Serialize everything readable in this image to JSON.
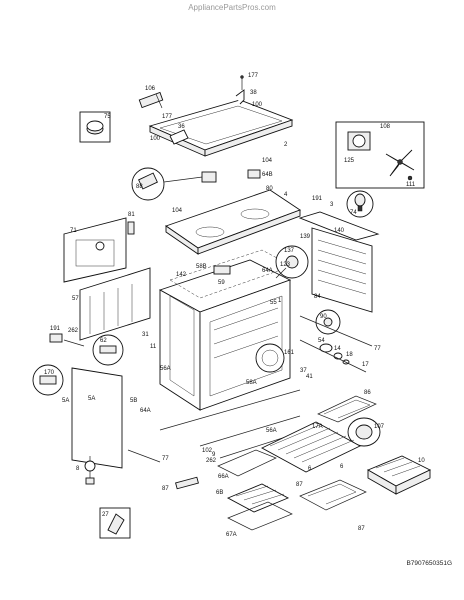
{
  "header": {
    "watermark": "AppliancePartsPros.com"
  },
  "footer": {
    "figure_code": "B7907650351G"
  },
  "callouts": [
    {
      "id": "c106",
      "text": "106"
    },
    {
      "id": "c177a",
      "text": "177"
    },
    {
      "id": "c38",
      "text": "38"
    },
    {
      "id": "c100a",
      "text": "100"
    },
    {
      "id": "c177b",
      "text": "177"
    },
    {
      "id": "c36",
      "text": "36"
    },
    {
      "id": "c100b",
      "text": "100"
    },
    {
      "id": "c2",
      "text": "2"
    },
    {
      "id": "c75",
      "text": "75"
    },
    {
      "id": "c108",
      "text": "108"
    },
    {
      "id": "c125",
      "text": "125"
    },
    {
      "id": "c111",
      "text": "111"
    },
    {
      "id": "c104a",
      "text": "104"
    },
    {
      "id": "c64b",
      "text": "64B"
    },
    {
      "id": "c88",
      "text": "88"
    },
    {
      "id": "c80",
      "text": "80"
    },
    {
      "id": "c4",
      "text": "4"
    },
    {
      "id": "c104b",
      "text": "104"
    },
    {
      "id": "c191a",
      "text": "191"
    },
    {
      "id": "c3",
      "text": "3"
    },
    {
      "id": "c74",
      "text": "74"
    },
    {
      "id": "c71",
      "text": "71"
    },
    {
      "id": "c81",
      "text": "81"
    },
    {
      "id": "c139",
      "text": "139"
    },
    {
      "id": "c140",
      "text": "140"
    },
    {
      "id": "c137",
      "text": "137"
    },
    {
      "id": "c123",
      "text": "123"
    },
    {
      "id": "c64a",
      "text": "64A"
    },
    {
      "id": "c58b",
      "text": "58B"
    },
    {
      "id": "c142",
      "text": "142"
    },
    {
      "id": "c59",
      "text": "59"
    },
    {
      "id": "c55",
      "text": "55"
    },
    {
      "id": "c90",
      "text": "90"
    },
    {
      "id": "c1",
      "text": "1"
    },
    {
      "id": "c84",
      "text": "84"
    },
    {
      "id": "c57",
      "text": "57"
    },
    {
      "id": "c191b",
      "text": "191"
    },
    {
      "id": "c262a",
      "text": "262"
    },
    {
      "id": "c62",
      "text": "62"
    },
    {
      "id": "c11",
      "text": "11"
    },
    {
      "id": "c31",
      "text": "31"
    },
    {
      "id": "c77a",
      "text": "77"
    },
    {
      "id": "c54",
      "text": "54"
    },
    {
      "id": "c14",
      "text": "14"
    },
    {
      "id": "c18",
      "text": "18"
    },
    {
      "id": "c17a",
      "text": "17"
    },
    {
      "id": "c37",
      "text": "37"
    },
    {
      "id": "c161",
      "text": "161"
    },
    {
      "id": "c56a",
      "text": "56A"
    },
    {
      "id": "c58a",
      "text": "58A"
    },
    {
      "id": "c41",
      "text": "41"
    },
    {
      "id": "c170",
      "text": "170"
    },
    {
      "id": "c5a",
      "text": "5A"
    },
    {
      "id": "c5b",
      "text": "5B"
    },
    {
      "id": "c64c",
      "text": "64A"
    },
    {
      "id": "c86",
      "text": "86"
    },
    {
      "id": "c107",
      "text": "107"
    },
    {
      "id": "c6",
      "text": "6"
    },
    {
      "id": "c8",
      "text": "8"
    },
    {
      "id": "c77b",
      "text": "77"
    },
    {
      "id": "c102",
      "text": "102"
    },
    {
      "id": "c262b",
      "text": "262"
    },
    {
      "id": "c56b",
      "text": "56A"
    },
    {
      "id": "c17b",
      "text": "17A"
    },
    {
      "id": "c9",
      "text": "9"
    },
    {
      "id": "c6b",
      "text": "6"
    },
    {
      "id": "c10",
      "text": "10"
    },
    {
      "id": "c87a",
      "text": "87"
    },
    {
      "id": "c66a",
      "text": "66A"
    },
    {
      "id": "c6b2",
      "text": "6B"
    },
    {
      "id": "c27",
      "text": "27"
    },
    {
      "id": "c67a",
      "text": "67A"
    },
    {
      "id": "c87b",
      "text": "87"
    },
    {
      "id": "c87c",
      "text": "87"
    },
    {
      "id": "c5c",
      "text": "5A"
    }
  ]
}
